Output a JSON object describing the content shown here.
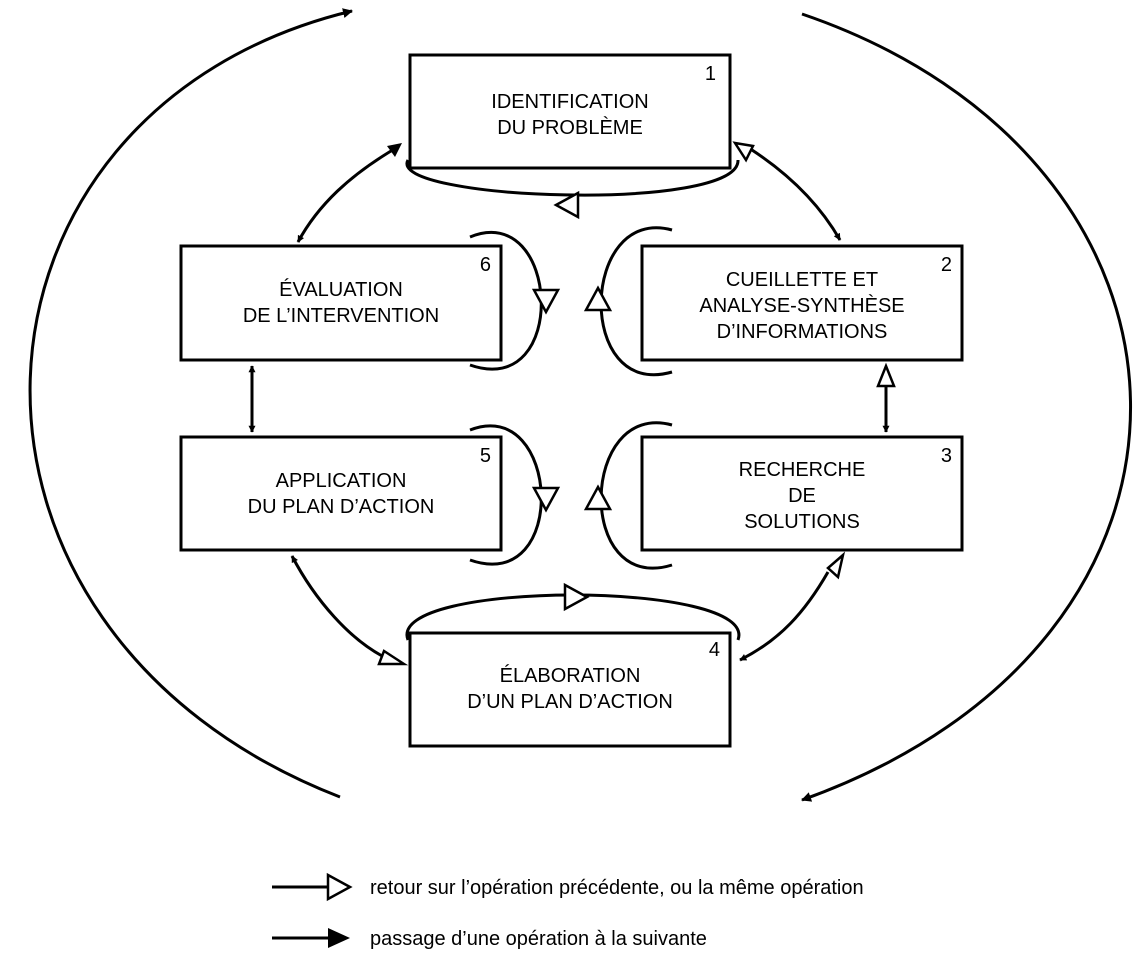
{
  "steps": [
    {
      "number": "1",
      "lines": [
        "IDENTIFICATION",
        "DU PROBLÈME"
      ]
    },
    {
      "number": "2",
      "lines": [
        "CUEILLETTE ET",
        "ANALYSE-SYNTHÈSE",
        "D’INFORMATIONS"
      ]
    },
    {
      "number": "3",
      "lines": [
        "RECHERCHE",
        "DE",
        "SOLUTIONS"
      ]
    },
    {
      "number": "4",
      "lines": [
        "ÉLABORATION",
        "D’UN PLAN D’ACTION"
      ]
    },
    {
      "number": "5",
      "lines": [
        "APPLICATION",
        "DU PLAN D’ACTION"
      ]
    },
    {
      "number": "6",
      "lines": [
        "ÉVALUATION",
        "DE L’INTERVENTION"
      ]
    }
  ],
  "legend": {
    "open_arrow": "retour sur l’opération précédente, ou la même opération",
    "solid_arrow": "passage d’une opération à la suivante"
  }
}
